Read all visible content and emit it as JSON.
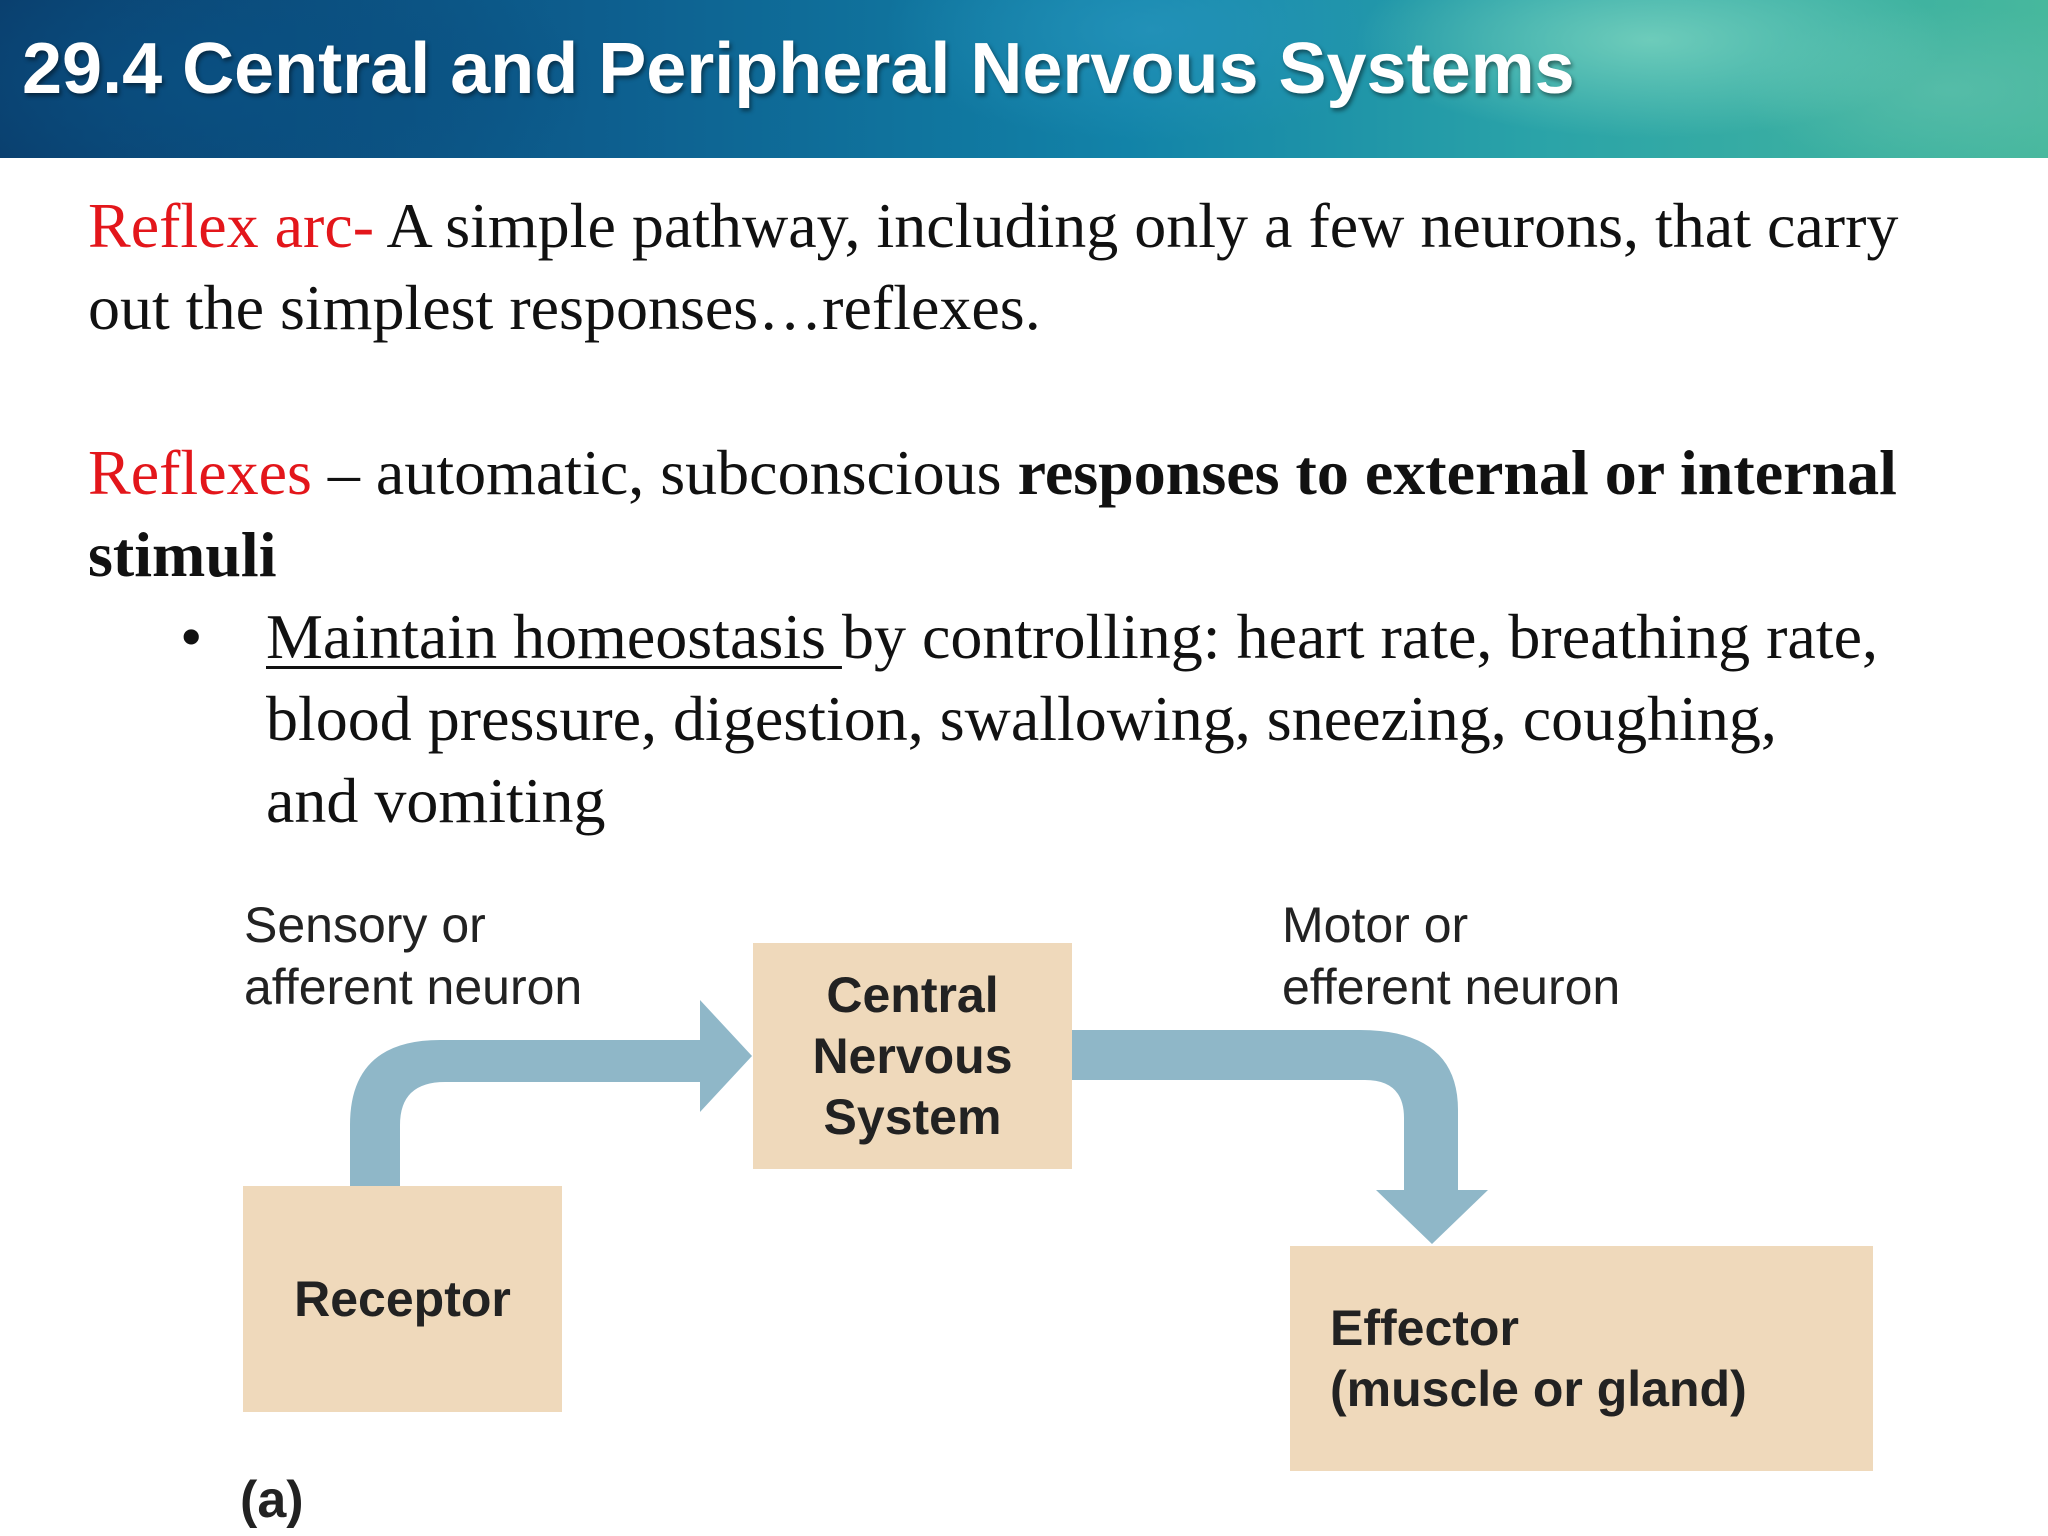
{
  "header": {
    "title": "29.4 Central and Peripheral Nervous Systems"
  },
  "definitions": {
    "reflex_arc": {
      "term": "Reflex arc-",
      "text": " A simple pathway, including only a few neurons, that carry out the simplest responses…reflexes."
    },
    "reflexes": {
      "term": "Reflexes",
      "text_plain": " – automatic, subconscious ",
      "text_bold": "responses to external or internal stimuli"
    }
  },
  "bullet": {
    "marker": "•",
    "underlined": "Maintain homeostasis ",
    "text": "by controlling: heart rate, breathing rate, blood pressure, digestion, swallowing, sneezing, coughing, and vomiting"
  },
  "diagram": {
    "sensory_label_line1": "Sensory or",
    "sensory_label_line2": "afferent neuron",
    "motor_label_line1": "Motor or",
    "motor_label_line2": "efferent neuron",
    "cns_line1": "Central",
    "cns_line2": "Nervous",
    "cns_line3": "System",
    "receptor": "Receptor",
    "effector_line1": "Effector",
    "effector_line2": "(muscle or gland)",
    "panel_label": "(a)",
    "colors": {
      "box": "#efd9bb",
      "arrow": "#8fb7c8"
    }
  },
  "colors": {
    "term_red": "#e3161b",
    "header_gradient_start": "#0a3f6e",
    "header_gradient_end": "#47b89d"
  }
}
